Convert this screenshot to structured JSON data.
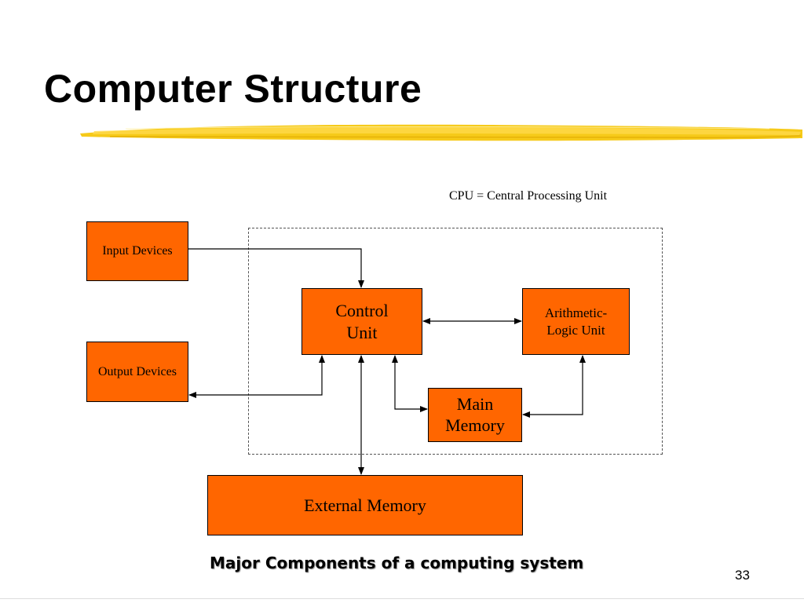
{
  "slide": {
    "title": "Computer Structure",
    "page_number": "33",
    "accent_color": "#f5c400"
  },
  "diagram": {
    "note": "CPU = Central Processing Unit",
    "box_color": "#ff6600",
    "boxes": {
      "input_devices": "Input Devices",
      "output_devices": "Output Devices",
      "control_unit": "Control\nUnit",
      "alu": "Arithmetic-\nLogic Unit",
      "main_memory": "Main\nMemory",
      "external_memory": "External Memory"
    },
    "caption": "Major Components of a computing system"
  }
}
